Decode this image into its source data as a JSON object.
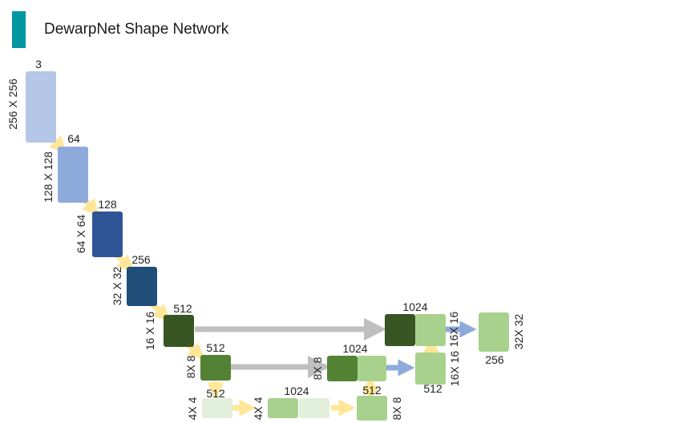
{
  "header": {
    "title": "DewarpNet Shape Network",
    "accent_color": "#0097a0"
  },
  "encoder": {
    "channels": [
      "3",
      "64",
      "128",
      "256",
      "512",
      "512",
      "512"
    ],
    "sizes": [
      "256 X 256",
      "128 X 128",
      "64 X 64",
      "32 X 32",
      "16 X 16",
      "8X 8",
      "4X 4"
    ]
  },
  "bottleneck": {
    "size_label": "4X 4",
    "concat_channels": "1024"
  },
  "decoder": {
    "level8": {
      "size_label": "8X 8",
      "concat_channels": "1024",
      "up_channels": "512",
      "out_size_label": "16X 16"
    },
    "level16": {
      "up_channels": "512",
      "concat_channels": "1024",
      "size_label": "16X 16"
    },
    "output": {
      "channels": "256",
      "size_label": "32X 32"
    },
    "bottom_out_label": "8X 8"
  },
  "colors": {
    "enc_1": "#b4c7e7",
    "enc_2": "#8eaadb",
    "enc_3": "#2f5597",
    "enc_4": "#1f4e79",
    "dark_green": "#375623",
    "mid_green": "#548235",
    "light_green": "#a9d18e",
    "pale_green": "#e2efda",
    "arrow_yellow": "#ffe699",
    "arrow_blue": "#8eaadb",
    "skip_gray": "#bfbfbf"
  }
}
